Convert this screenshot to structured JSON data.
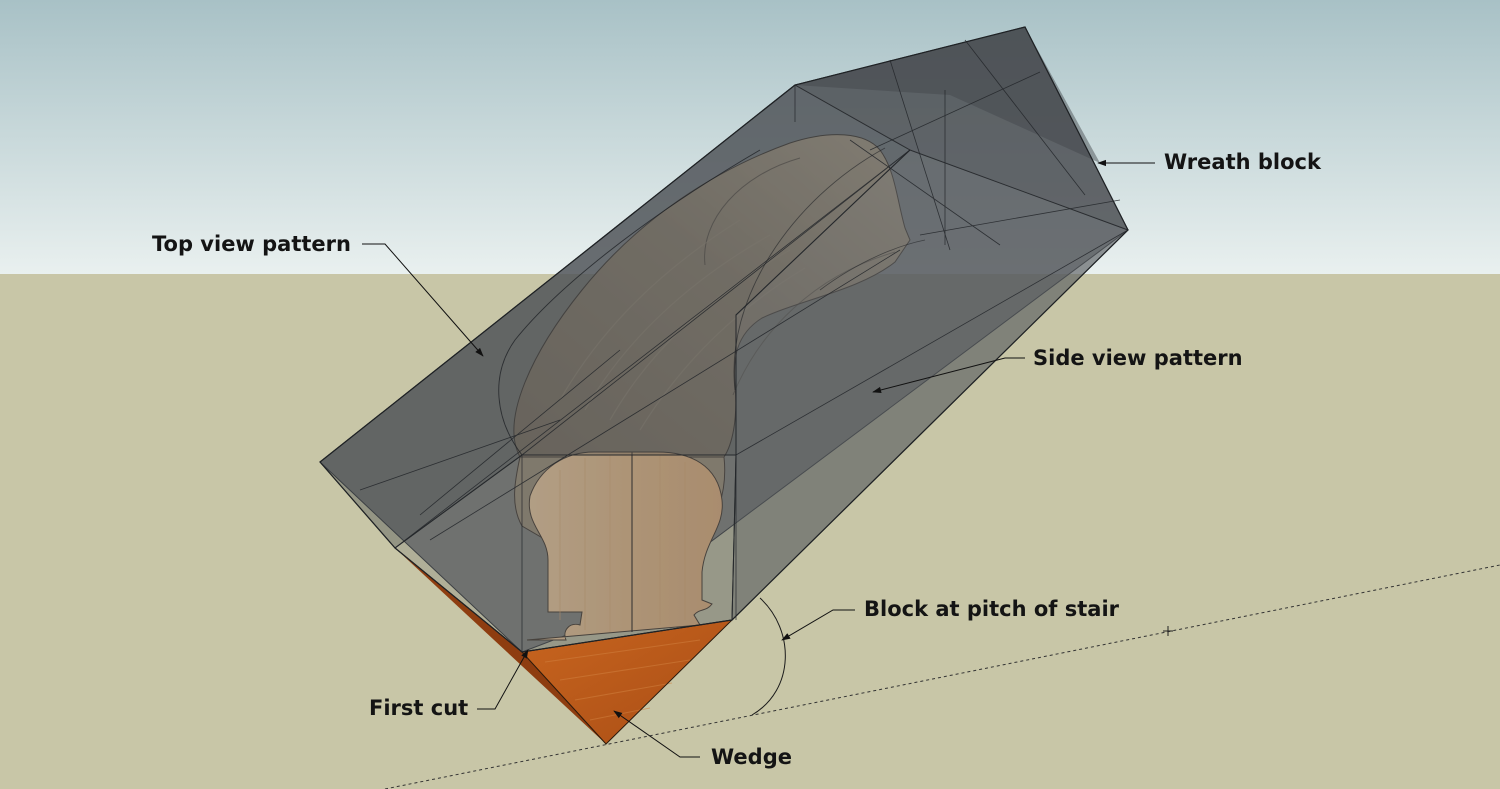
{
  "labels": {
    "wreath_block": "Wreath block",
    "top_view_pattern": "Top view pattern",
    "side_view_pattern": "Side view pattern",
    "block_at_pitch": "Block at pitch of stair",
    "first_cut": "First cut",
    "wedge": "Wedge"
  },
  "colors": {
    "sky_top": "#a8c1c6",
    "sky_bottom": "#e9f0ef",
    "ground": "#c8c6a7",
    "block_glass": "#4f5358",
    "rail_wood": "#9a8a72",
    "section_wood": "#f2c48e",
    "wedge_wood": "#b9591c",
    "label_text": "#141414"
  }
}
